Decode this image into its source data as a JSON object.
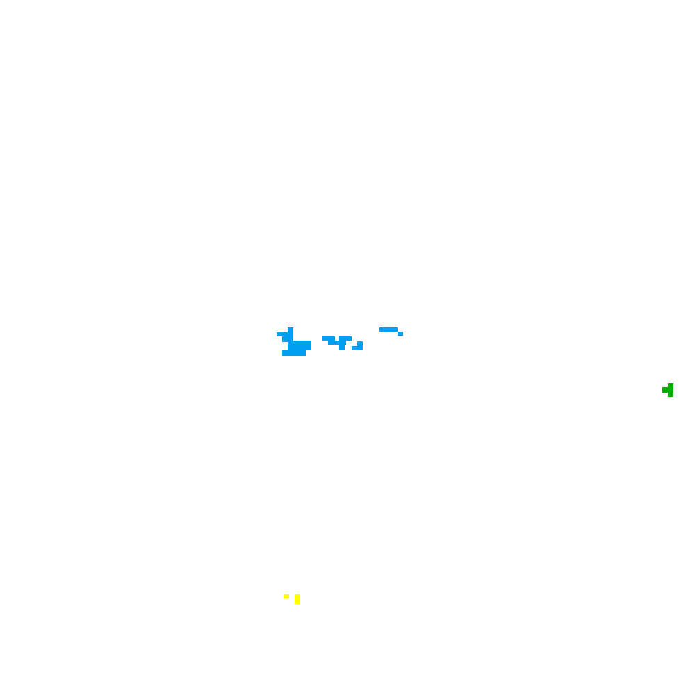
{
  "colors": {
    "background": "#ffffff",
    "blue": "#00a0f0",
    "green": "#00b000",
    "yellow": "#ffff00"
  },
  "clusters": [
    {
      "name": "blue-pixel-cluster",
      "color_key": "blue"
    },
    {
      "name": "green-pixel-cluster",
      "color_key": "green"
    },
    {
      "name": "yellow-pixel-cluster",
      "color_key": "yellow"
    }
  ]
}
